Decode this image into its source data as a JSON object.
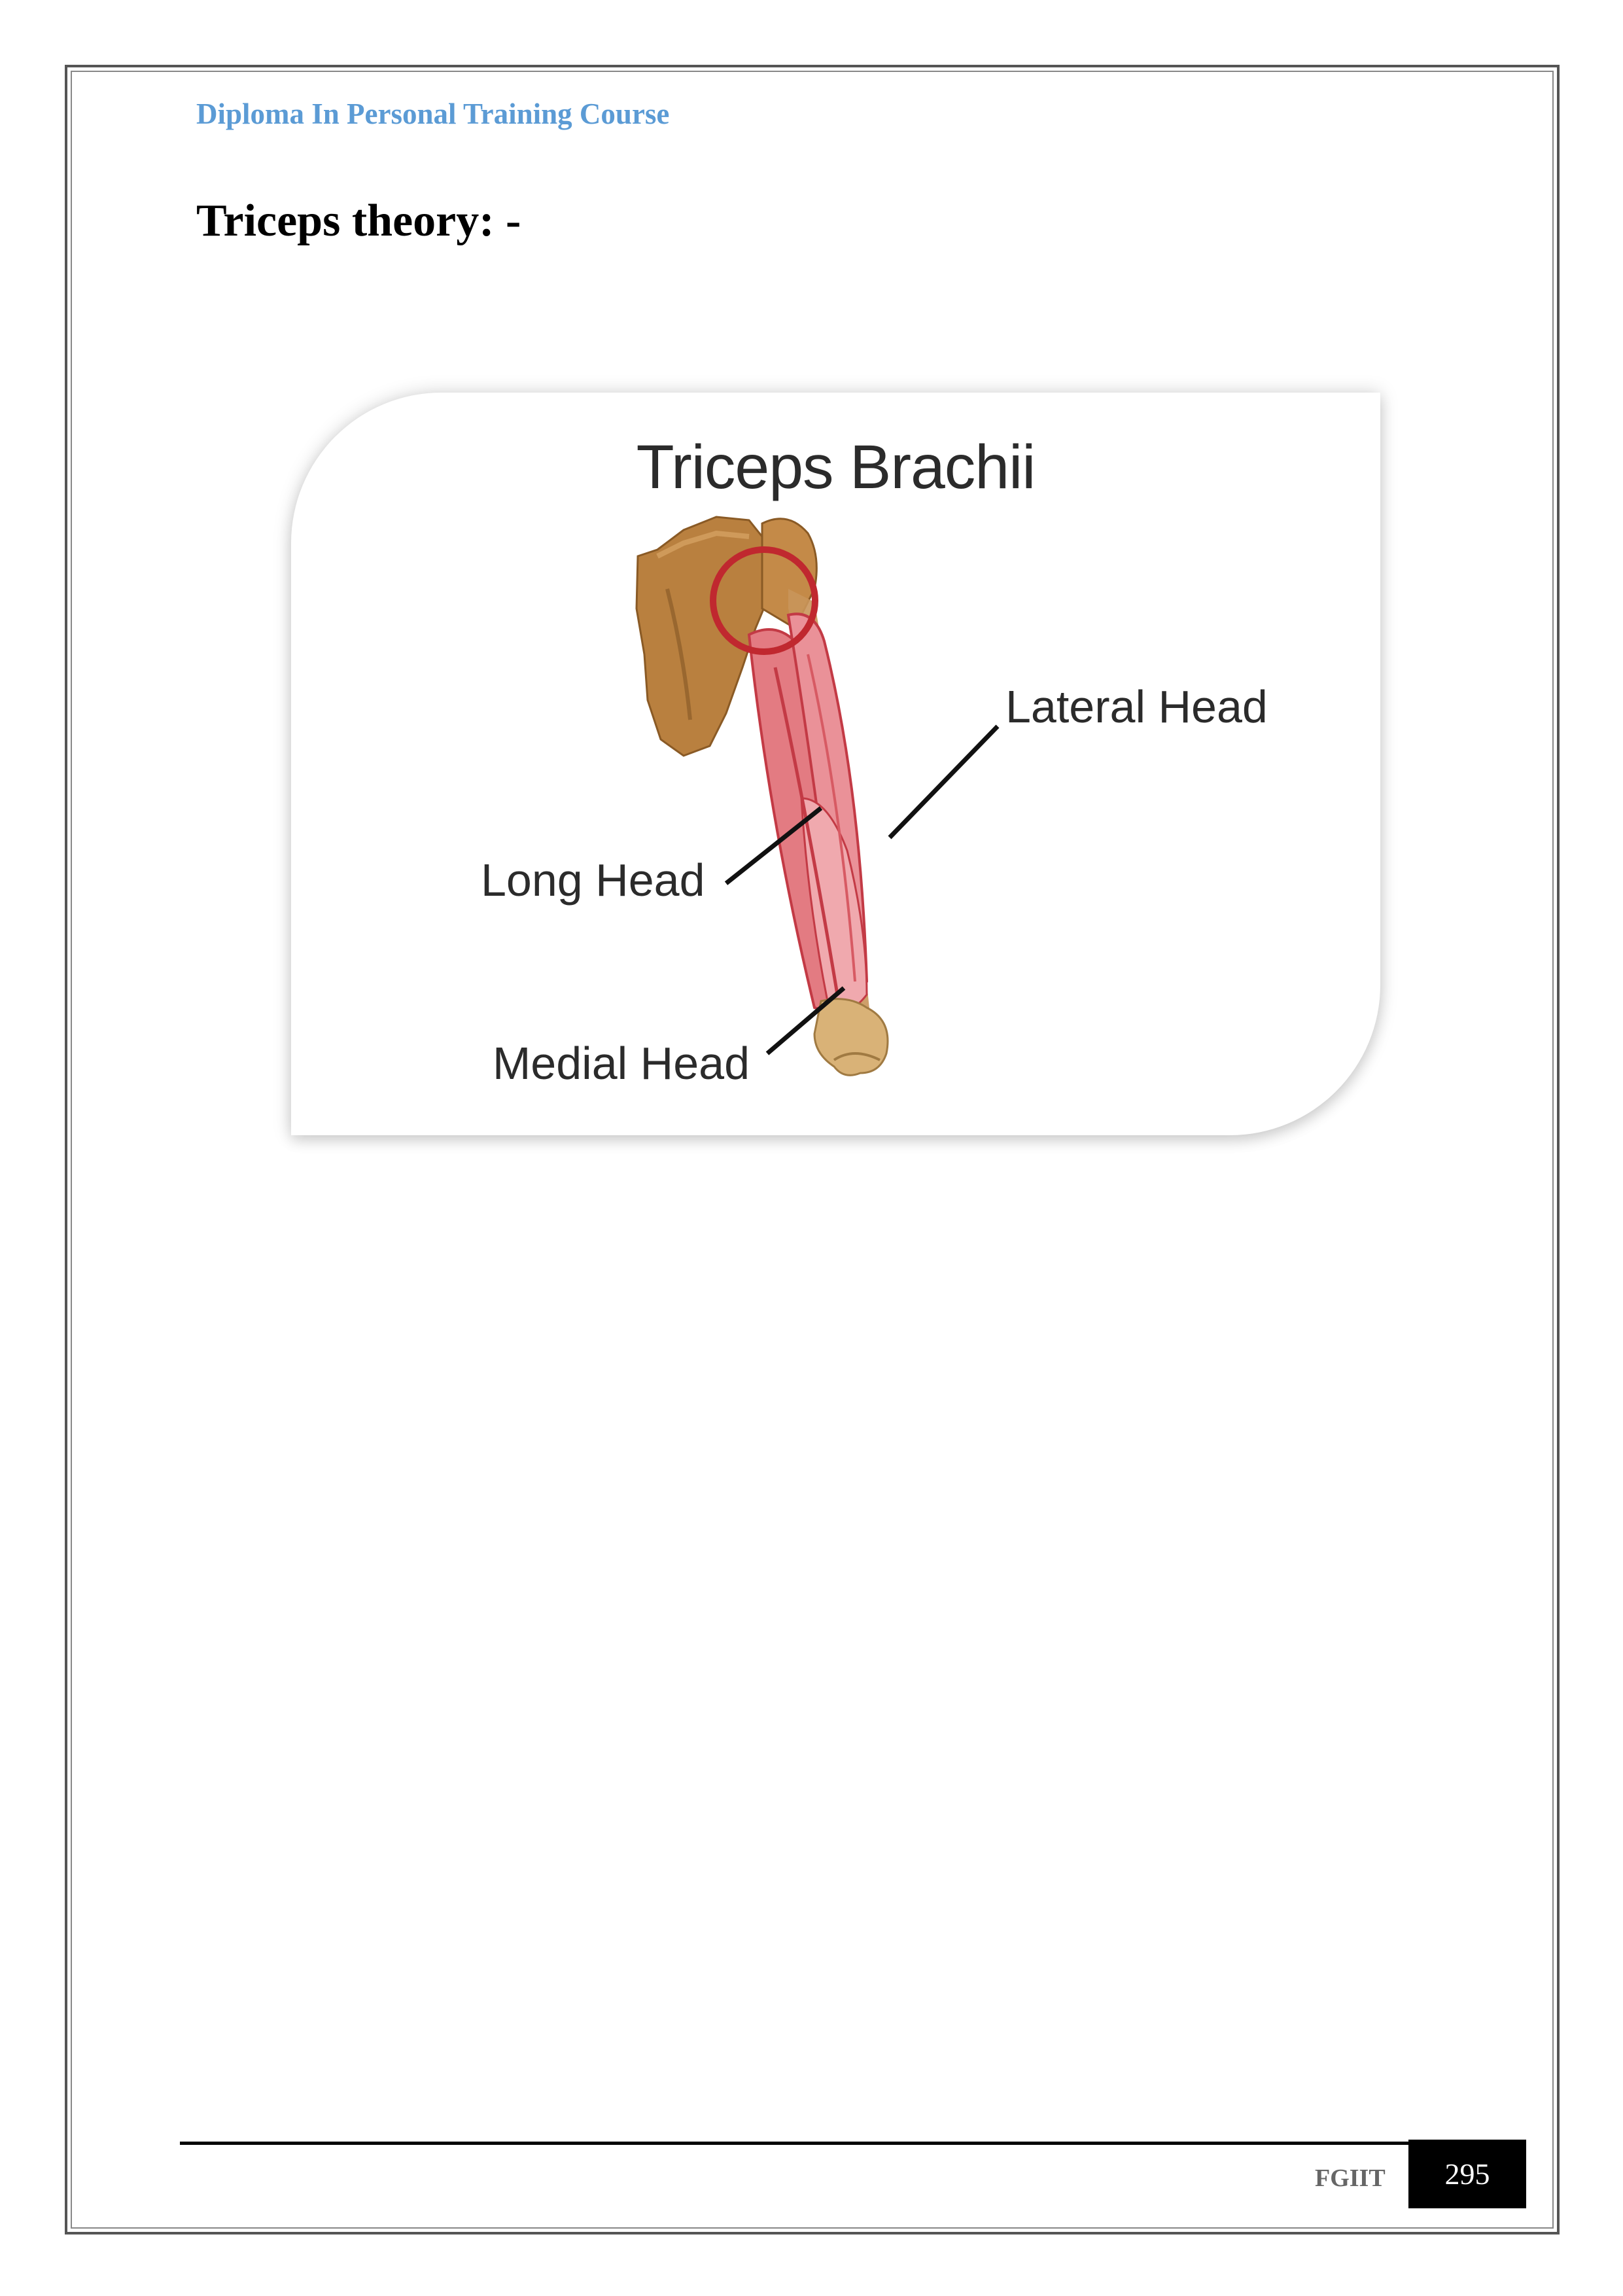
{
  "header": {
    "course_title": "Diploma In Personal Training Course"
  },
  "section": {
    "title": "Triceps theory: -"
  },
  "figure": {
    "title": "Triceps Brachii",
    "labels": {
      "lateral_head": "Lateral Head",
      "long_head": "Long Head",
      "medial_head": "Medial Head"
    }
  },
  "footer": {
    "org": "FGIIT",
    "page_number": "295"
  }
}
